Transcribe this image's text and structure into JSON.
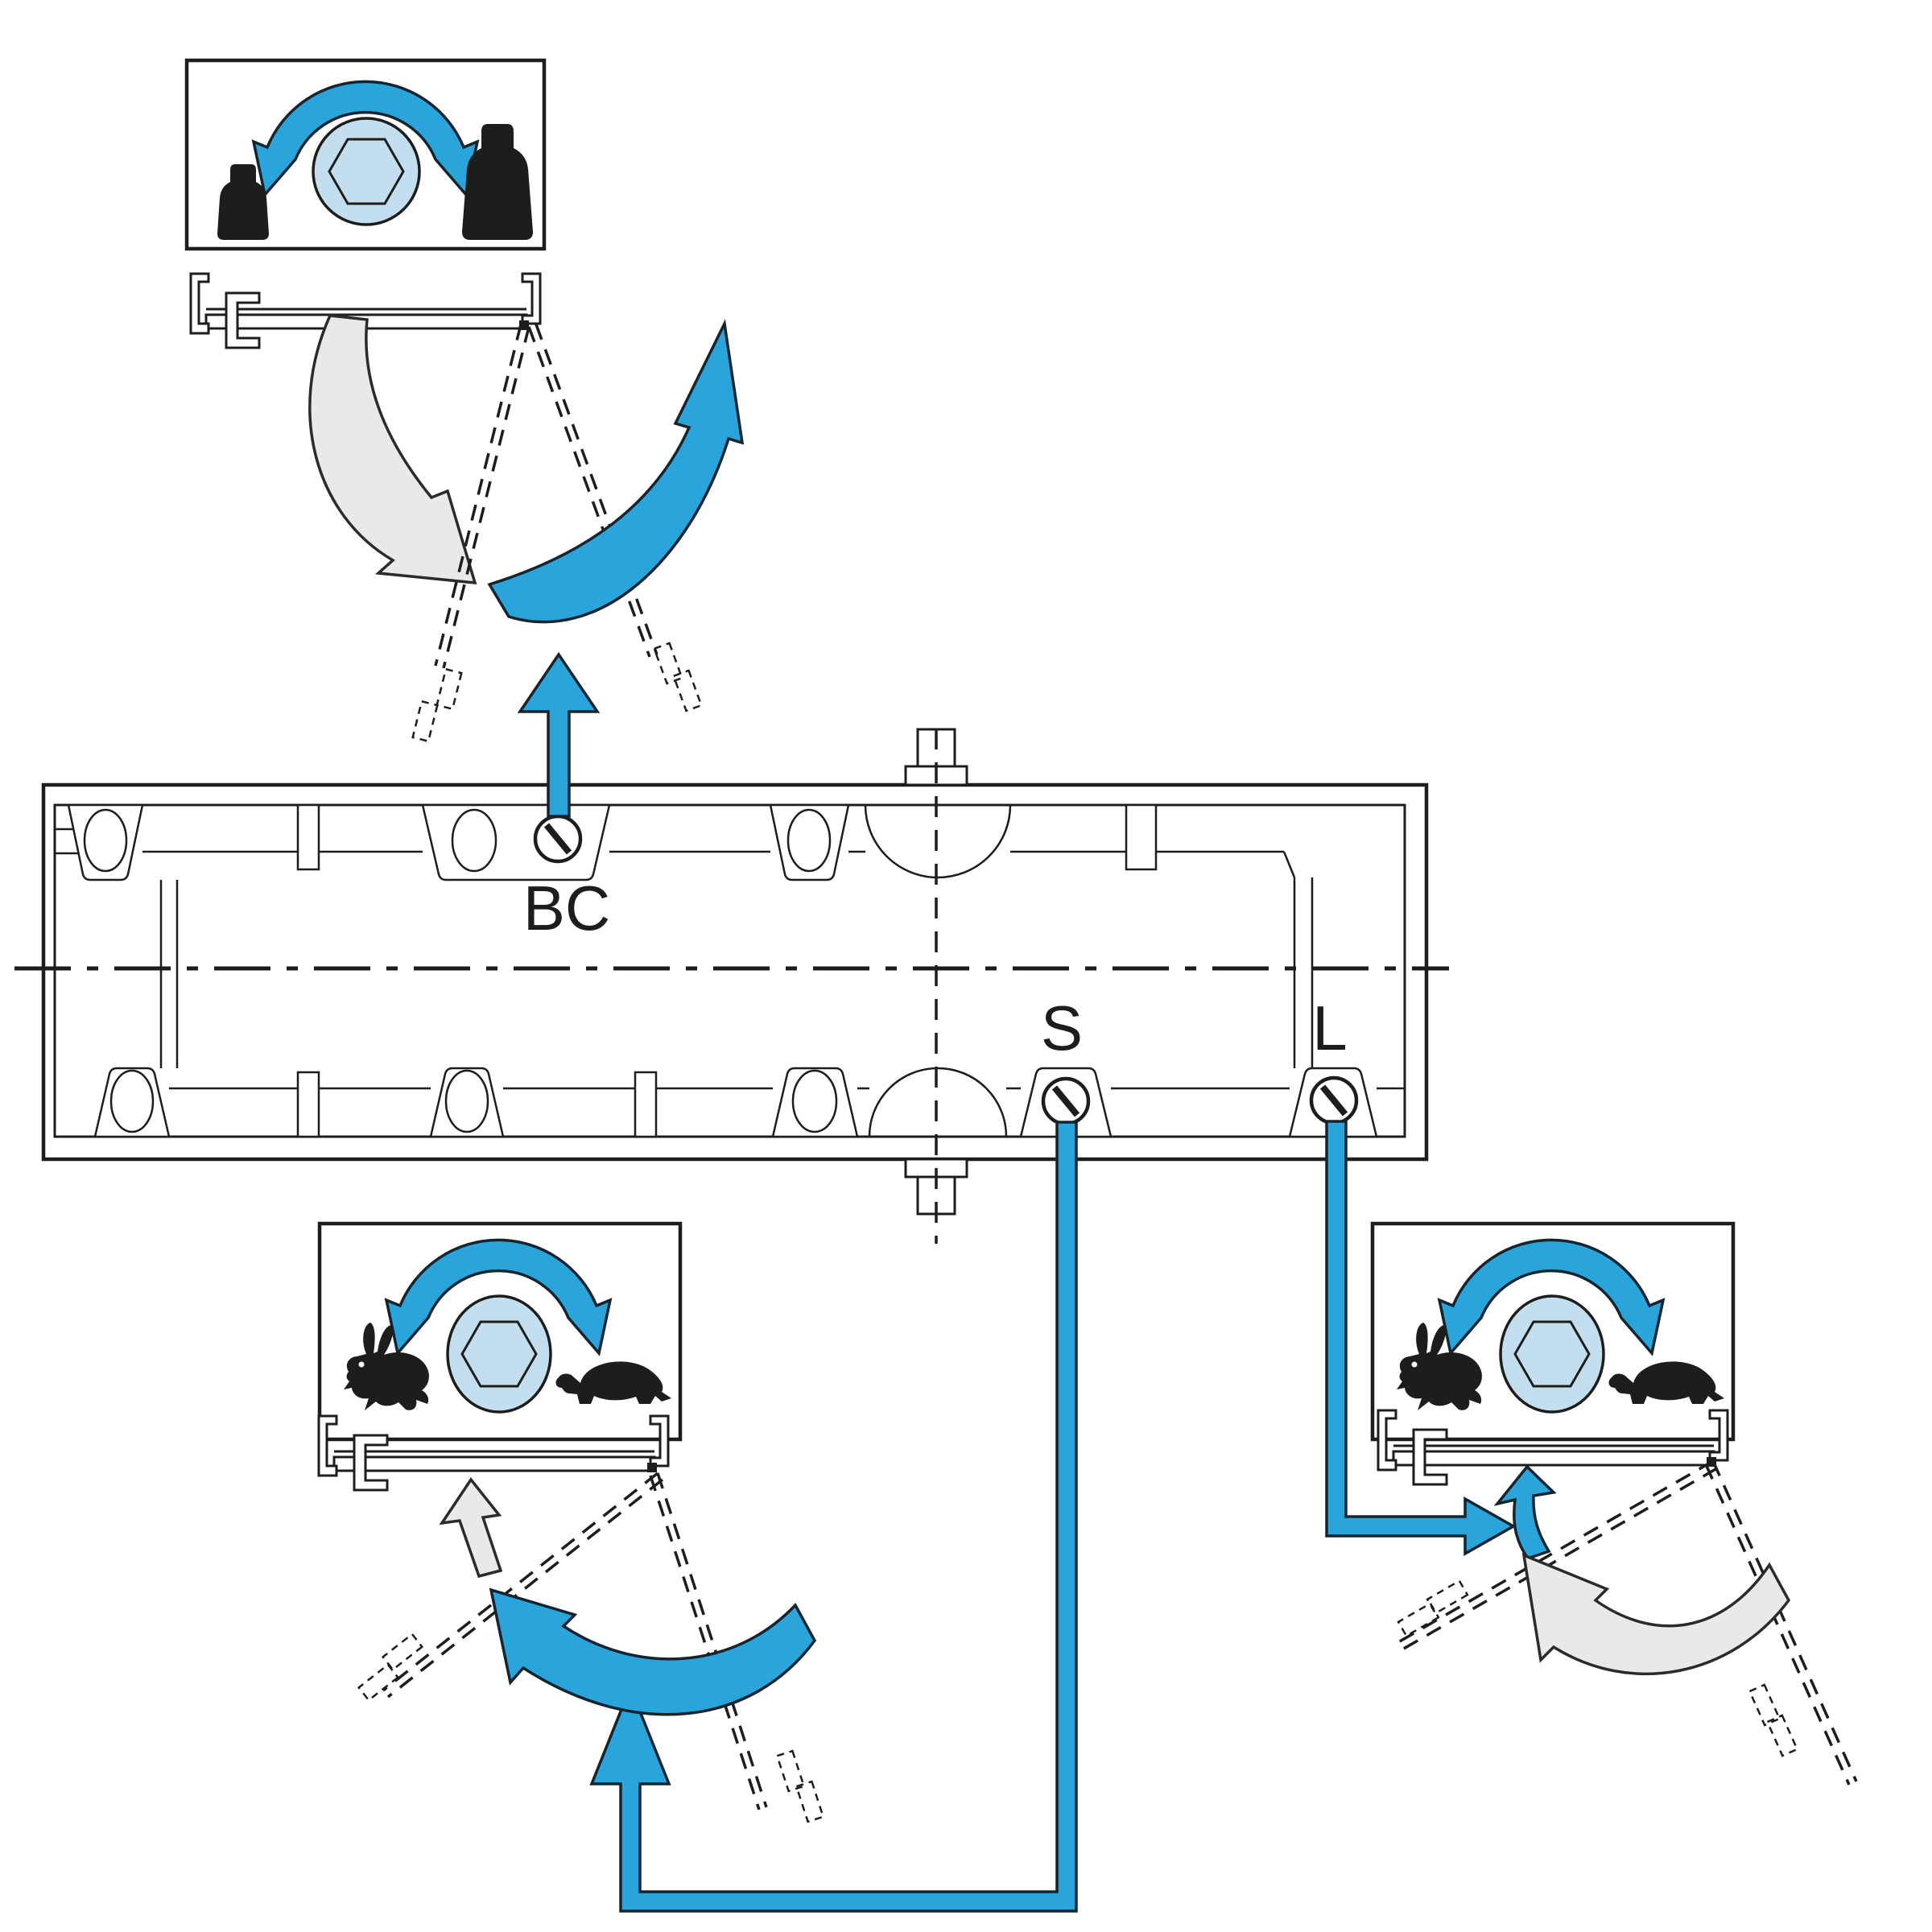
{
  "diagram": {
    "type": "door-closer-adjustment-instruction",
    "labels": {
      "backcheck": "BC",
      "closing_speed": "S",
      "latch_speed": "L"
    },
    "colors": {
      "accent_blue": "#2AA5DB",
      "light_blue": "#C3DFEF",
      "gray_arrow": "#E9E9EB",
      "line": "#1D1D1B",
      "background": "#FFFFFF"
    },
    "icons": [
      "rotate-both-ways-icon",
      "hex-socket-icon",
      "weight-small-icon",
      "weight-large-icon",
      "rabbit-icon",
      "turtle-icon",
      "slotted-screw-icon"
    ]
  }
}
